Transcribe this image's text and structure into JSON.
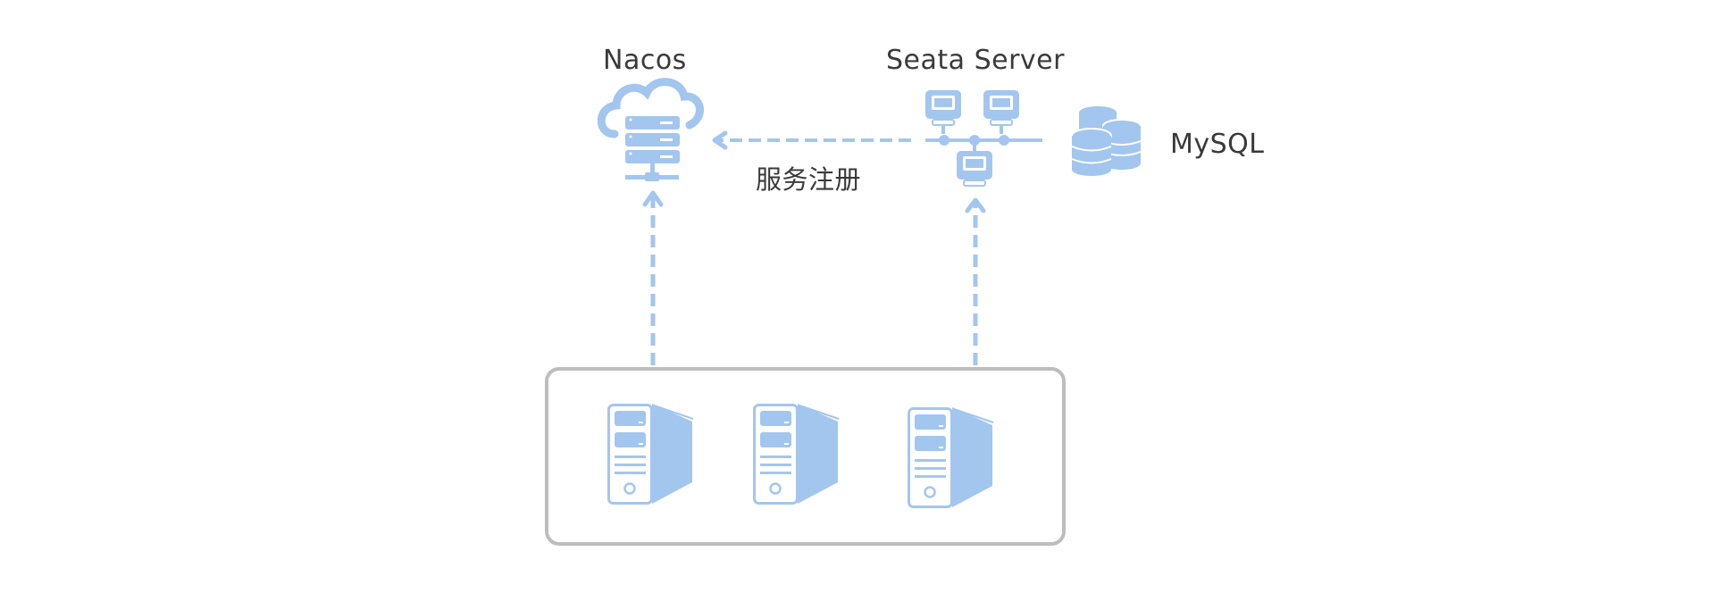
{
  "diagram": {
    "colors": {
      "icon": "#a3c6ee",
      "text": "#3a3a3a",
      "box_border": "#bdbdbd"
    },
    "nodes": {
      "nacos": {
        "label": "Nacos",
        "icon": "cloud-server-icon"
      },
      "seata": {
        "label": "Seata Server",
        "icon": "network-cluster-icon"
      },
      "mysql": {
        "label": "MySQL",
        "icon": "database-icon"
      },
      "clients": {
        "icon": "tower-server-icon",
        "count": 3
      }
    },
    "edges": [
      {
        "from": "seata",
        "to": "nacos",
        "style": "dashed",
        "label": "服务注册"
      },
      {
        "from": "clients",
        "to": "nacos",
        "style": "dashed",
        "label": ""
      },
      {
        "from": "clients",
        "to": "seata",
        "style": "dashed",
        "label": ""
      }
    ]
  }
}
